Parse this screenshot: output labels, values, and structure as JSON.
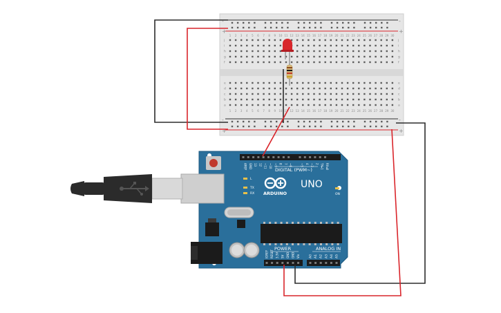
{
  "breadboard": {
    "rail_minus": "-",
    "rail_plus": "+",
    "row_letters_top": [
      "j",
      "i",
      "h",
      "g",
      "f"
    ],
    "row_letters_bottom": [
      "e",
      "d",
      "c",
      "b",
      "a"
    ],
    "column_numbers": [
      "1",
      "2",
      "3",
      "4",
      "5",
      "6",
      "7",
      "8",
      "9",
      "10",
      "11",
      "12",
      "13",
      "14",
      "15",
      "16",
      "17",
      "18",
      "19",
      "20",
      "21",
      "22",
      "23",
      "24",
      "25",
      "26",
      "27",
      "28",
      "29",
      "30"
    ]
  },
  "arduino": {
    "brand": "ARDUINO",
    "model": "UNO",
    "digital_header_label": "DIGITAL (PWM~)",
    "power_label": "POWER",
    "analog_label": "ANALOG IN",
    "on_label": "ON",
    "led_l": "L",
    "led_tx": "TX",
    "led_rx": "RX",
    "digital_pins": [
      "AREF",
      "GND",
      "13",
      "12",
      "~11",
      "~10",
      "~9",
      "8",
      "7",
      "~6",
      "~5",
      "4",
      "~3",
      "2",
      "TX▸1",
      "RX◂0"
    ],
    "power_pins": [
      "IOREF",
      "RESET",
      "3.3V",
      "5V",
      "GND",
      "GND",
      "Vin"
    ],
    "analog_pins": [
      "A0",
      "A1",
      "A2",
      "A3",
      "A4",
      "A5"
    ]
  },
  "colors": {
    "board": "#2a6f9b",
    "board_dark": "#1f5a80",
    "wire_black": "#2b2b2b",
    "wire_red": "#d9242a",
    "breadboard": "#e7e7e7",
    "rail_red": "#d9242a",
    "led": "#d8262b",
    "usb": "#2b2b2b"
  }
}
